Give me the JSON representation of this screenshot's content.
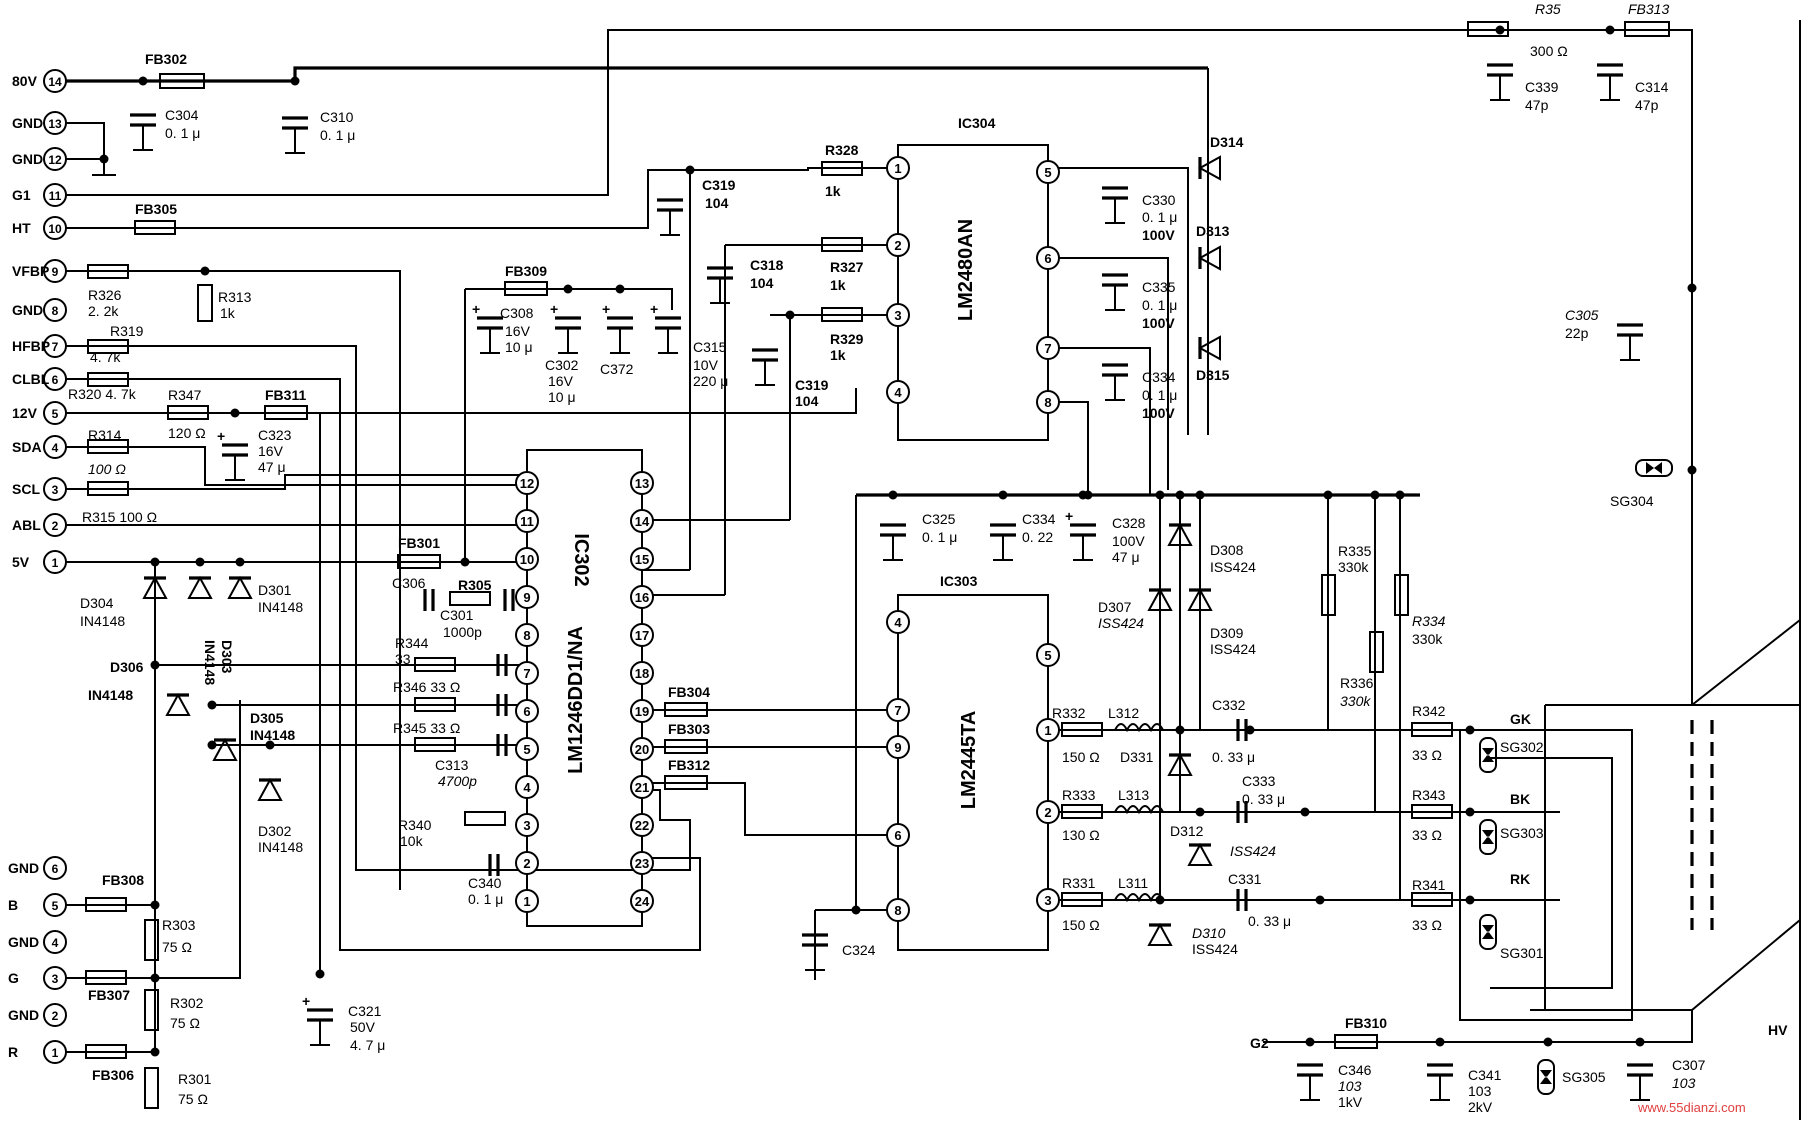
{
  "connector_pins": [
    {
      "num": "14",
      "label": "80V"
    },
    {
      "num": "13",
      "label": "GND"
    },
    {
      "num": "12",
      "label": "GND"
    },
    {
      "num": "11",
      "label": "G1"
    },
    {
      "num": "10",
      "label": "HT"
    },
    {
      "num": "9",
      "label": "VFBP"
    },
    {
      "num": "8",
      "label": "GND"
    },
    {
      "num": "7",
      "label": "HFBP"
    },
    {
      "num": "6",
      "label": "CLBL"
    },
    {
      "num": "5",
      "label": "12V"
    },
    {
      "num": "4",
      "label": "SDA"
    },
    {
      "num": "3",
      "label": "SCL"
    },
    {
      "num": "2",
      "label": "ABL"
    },
    {
      "num": "1",
      "label": "5V"
    }
  ],
  "rgb_pins": [
    {
      "num": "6",
      "label": "GND"
    },
    {
      "num": "5",
      "label": "B"
    },
    {
      "num": "4",
      "label": "GND"
    },
    {
      "num": "3",
      "label": "G"
    },
    {
      "num": "2",
      "label": "GND"
    },
    {
      "num": "1",
      "label": "R"
    }
  ],
  "ics": {
    "ic302": {
      "ref": "IC302",
      "part": "LM1246DD1/NA",
      "left_pins": [
        "12",
        "11",
        "10",
        "9",
        "8",
        "7",
        "6",
        "5",
        "4",
        "3",
        "2",
        "1"
      ],
      "right_pins": [
        "13",
        "14",
        "15",
        "16",
        "17",
        "18",
        "19",
        "20",
        "21",
        "22",
        "23",
        "24"
      ]
    },
    "ic304": {
      "ref": "IC304",
      "part": "LM2480AN",
      "left_pins": [
        "1",
        "2",
        "3",
        "4"
      ],
      "right_pins": [
        "5",
        "6",
        "7",
        "8"
      ]
    },
    "ic303": {
      "ref": "IC303",
      "part": "LM2445TA",
      "left_pins": [
        "4",
        "7",
        "9",
        "6",
        "8"
      ],
      "right_pins": [
        "5",
        "1",
        "2",
        "3"
      ]
    }
  },
  "labels": {
    "fb302": "FB302",
    "c304": "C304",
    "c304v": "0. 1 μ",
    "c310": "C310",
    "c310v": "0. 1 μ",
    "fb305": "FB305",
    "r326": "R326",
    "r326v": "2. 2k",
    "r313": "R313",
    "r313v": "1k",
    "r319": "R319",
    "r319v": "4. 7k",
    "r320": "R320  4. 7k",
    "r347": "R347",
    "r347v": "120 Ω",
    "fb311": "FB311",
    "c323": "C323",
    "c323v1": "16V",
    "c323v2": "47 μ",
    "r314": "R314",
    "r314v": "100 Ω",
    "r315": "R315  100 Ω",
    "fb309": "FB309",
    "c308": "C308",
    "c308v1": "16V",
    "c308v2": "10 μ",
    "c302": "C302",
    "c302v1": "16V",
    "c302v2": "10 μ",
    "c372": "C372",
    "c315": "C315",
    "c315v1": "10V",
    "c315v2": "220 μ",
    "c319a": "C319",
    "c319av": "104",
    "c318": "C318",
    "c318v": "104",
    "c319b": "C319",
    "c319bv": "104",
    "r328": "R328",
    "r328v": "1k",
    "r327": "R327",
    "r327v": "1k",
    "r329": "R329",
    "r329v": "1k",
    "d314": "D314",
    "d313": "D313",
    "d315": "D315",
    "c330": "C330",
    "c330v1": "0. 1 μ",
    "c330v2": "100V",
    "c335": "C335",
    "c335v1": "0. 1 μ",
    "c335v2": "100V",
    "c334a": "C334",
    "c334av1": "0. 1 μ",
    "c334av2": "100V",
    "r35": "R35",
    "r35v": "300 Ω",
    "fb313": "FB313",
    "c339": "C339",
    "c339v": "47p",
    "c314": "C314",
    "c314v": "47p",
    "c305": "C305",
    "c305v": "22p",
    "sg304": "SG304",
    "fb301": "FB301",
    "c306": "C306",
    "r305": "R305",
    "c301": "C301",
    "c301v": "1000p",
    "r344": "R344",
    "r344v": "33",
    "r346": "R346  33 Ω",
    "r345": "R345  33 Ω",
    "c313": "C313",
    "c313v": "4700p",
    "r340": "R340",
    "r340v": "10k",
    "c340": "C340",
    "c340v": "0. 1 μ",
    "d304": "D304",
    "d304v": "IN4148",
    "d303": "D303",
    "d303v": "IN4148",
    "d301": "D301",
    "d301v": "IN4148",
    "d306": "D306",
    "d306v": "IN4148",
    "d305": "D305",
    "d305v": "IN4148",
    "d302": "D302",
    "d302v": "IN4148",
    "fb304": "FB304",
    "fb303": "FB303",
    "fb312": "FB312",
    "c325": "C325",
    "c325v": "0. 1 μ",
    "c334b": "C334",
    "c334bv": "0. 22",
    "c328": "C328",
    "c328v1": "100V",
    "c328v2": "47 μ",
    "d307": "D307",
    "d307v": "ISS424",
    "d308": "D308",
    "d308v": "ISS424",
    "d309": "D309",
    "d309v": "ISS424",
    "r335": "R335",
    "r335v": "330k",
    "r336": "R336",
    "r336v": "330k",
    "r334": "R334",
    "r334v": "330k",
    "r332": "R332",
    "r332v": "150 Ω",
    "l312": "L312",
    "d331": "D331",
    "c332": "C332",
    "c332v": "0. 33 μ",
    "r333": "R333",
    "r333v": "130 Ω",
    "l313": "L313",
    "c333": "C333",
    "c333v": "0. 33 μ",
    "d312": "D312",
    "d312v": "ISS424",
    "r331": "R331",
    "r331v": "150 Ω",
    "l311": "L311",
    "c331": "C331",
    "c331v": "0. 33 μ",
    "d310": "D310",
    "d310v": "ISS424",
    "r342": "R342",
    "r342v": "33 Ω",
    "r343": "R343",
    "r343v": "33 Ω",
    "r341": "R341",
    "r341v": "33 Ω",
    "sg302": "SG302",
    "sg303": "SG303",
    "sg301": "SG301",
    "gk": "GK",
    "bk": "BK",
    "rk": "RK",
    "c324": "C324",
    "c321": "C321",
    "c321v1": "50V",
    "c321v2": "4. 7 μ",
    "fb308": "FB308",
    "r303": "R303",
    "r303v": "75 Ω",
    "fb307": "FB307",
    "r302": "R302",
    "r302v": "75 Ω",
    "fb306": "FB306",
    "r301": "R301",
    "r301v": "75 Ω",
    "g2": "G2",
    "fb310": "FB310",
    "c346": "C346",
    "c346v1": "103",
    "c346v2": "1kV",
    "c341": "C341",
    "c341v1": "103",
    "c341v2": "2kV",
    "sg305": "SG305",
    "c307": "C307",
    "c307v1": "103",
    "hv": "HV",
    "watermark": "www.55dianzi.com"
  }
}
